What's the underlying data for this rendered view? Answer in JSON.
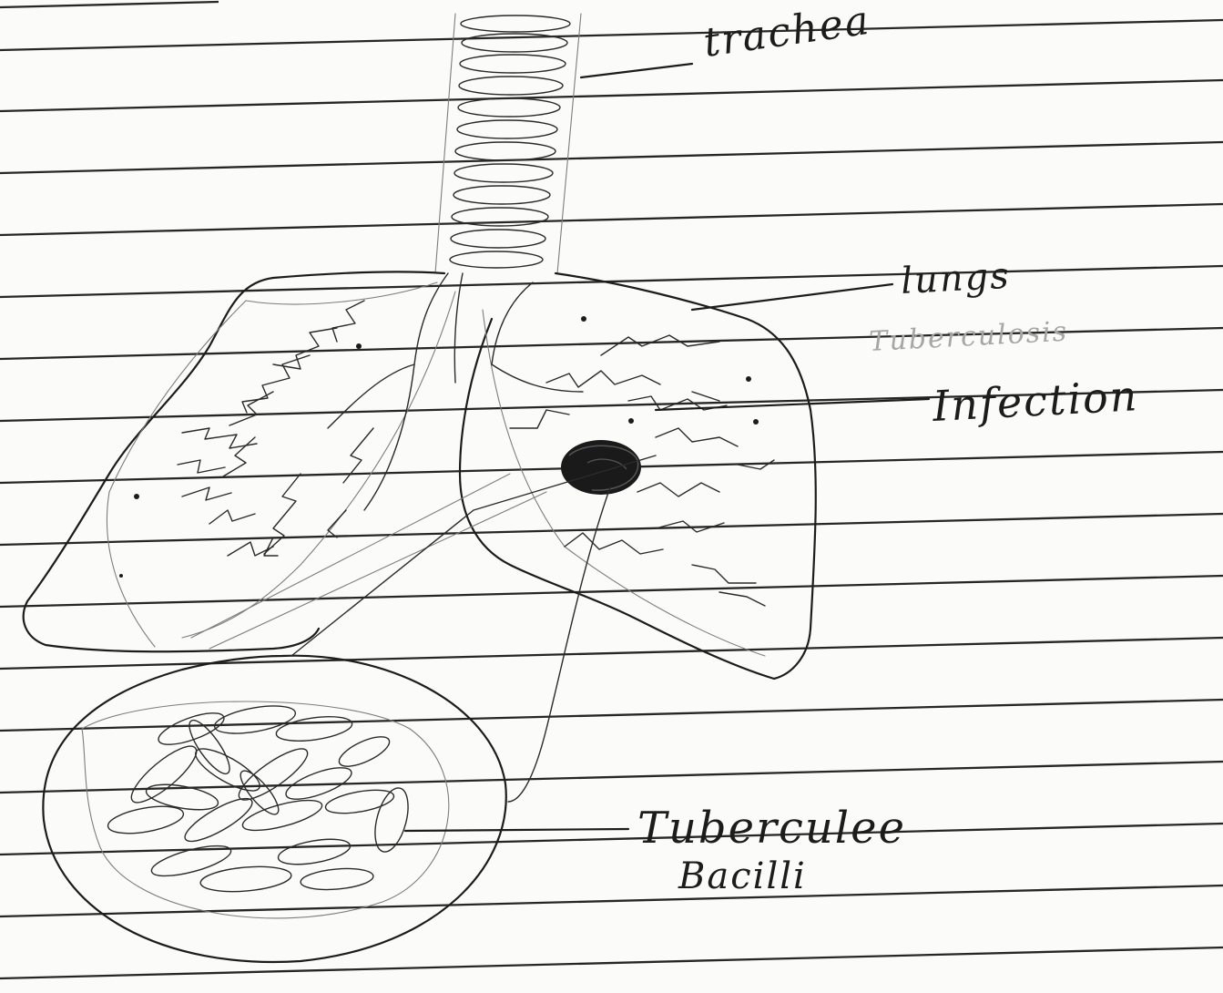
{
  "diagram": {
    "labels": {
      "trachea": "trachea",
      "lungs": "lungs",
      "faint_text": "Tuberculosis",
      "infection": "Infection",
      "bacilli_line1": "Tuberculee",
      "bacilli_line2": "Bacilli"
    }
  }
}
